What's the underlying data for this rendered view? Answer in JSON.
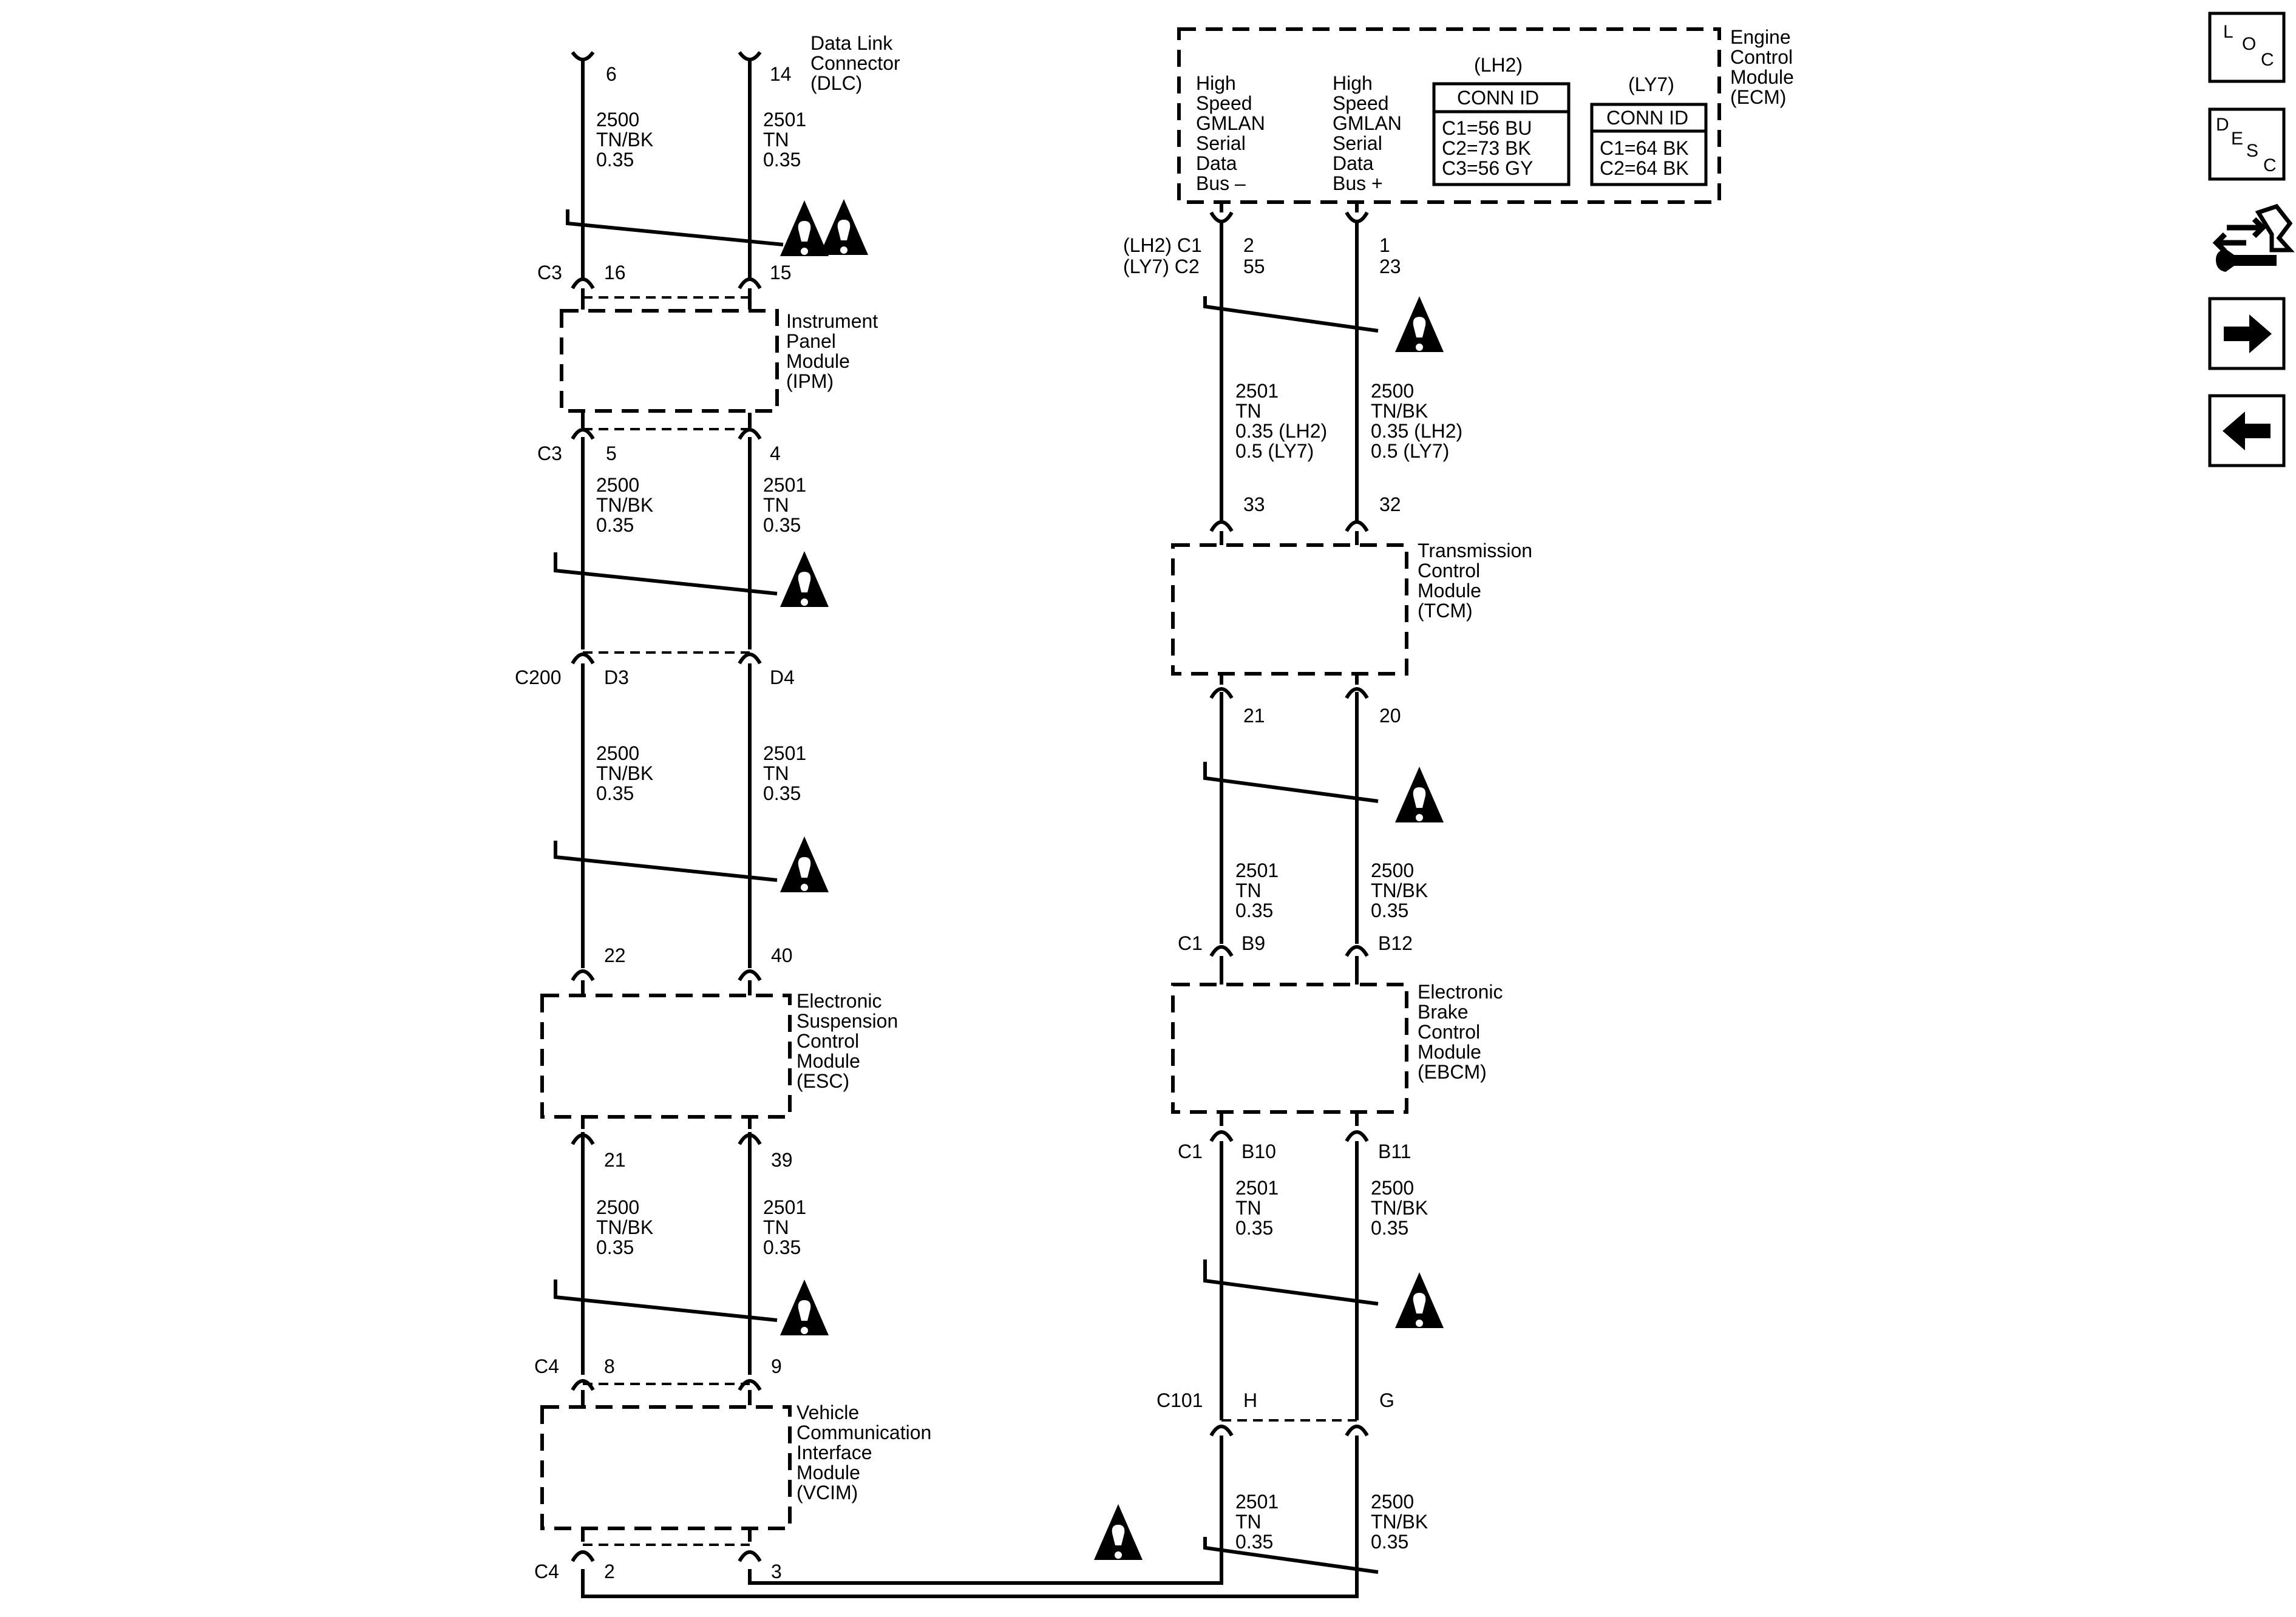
{
  "dlc": {
    "pin_left": "6",
    "pin_right": "14",
    "label": [
      "Data Link",
      "Connector",
      "(DLC)"
    ]
  },
  "wires": {
    "w_left_a": [
      "2500",
      "TN/BK",
      "0.35"
    ],
    "w_right_a": [
      "2501",
      "TN",
      "0.35"
    ],
    "w_left_b": [
      "2500",
      "TN/BK",
      "0.35"
    ],
    "w_right_b": [
      "2501",
      "TN",
      "0.35"
    ],
    "w_left_c": [
      "2500",
      "TN/BK",
      "0.35"
    ],
    "w_right_c": [
      "2501",
      "TN",
      "0.35"
    ],
    "w_left_d": [
      "2500",
      "TN/BK",
      "0.35"
    ],
    "w_right_d": [
      "2501",
      "TN",
      "0.35"
    ],
    "ecm_minus": [
      "2501",
      "TN",
      "0.35 (LH2)",
      "0.5 (LY7)"
    ],
    "ecm_plus": [
      "2500",
      "TN/BK",
      "0.35 (LH2)",
      "0.5 (LY7)"
    ],
    "tcm_minus": [
      "2501",
      "TN",
      "0.35"
    ],
    "tcm_plus": [
      "2500",
      "TN/BK",
      "0.35"
    ],
    "ebcm_minus": [
      "2501",
      "TN",
      "0.35"
    ],
    "ebcm_plus": [
      "2500",
      "TN/BK",
      "0.35"
    ],
    "c101_minus": [
      "2501",
      "TN",
      "0.35"
    ],
    "c101_plus": [
      "2500",
      "TN/BK",
      "0.35"
    ]
  },
  "ipm": {
    "conn": "C3",
    "pin_in_l": "16",
    "pin_in_r": "15",
    "pin_out_l": "5",
    "pin_out_r": "4",
    "conn_out": "C3",
    "label": [
      "Instrument",
      "Panel",
      "Module",
      "(IPM)"
    ]
  },
  "c200": {
    "conn": "C200",
    "pin_l": "D3",
    "pin_r": "D4"
  },
  "esc": {
    "pin_in_l": "22",
    "pin_in_r": "40",
    "pin_out_l": "21",
    "pin_out_r": "39",
    "label": [
      "Electronic",
      "Suspension",
      "Control",
      "Module",
      "(ESC)"
    ]
  },
  "vcim": {
    "conn": "C4",
    "pin_in_l": "8",
    "pin_in_r": "9",
    "conn_out": "C4",
    "pin_out_l": "2",
    "pin_out_r": "3",
    "label": [
      "Vehicle",
      "Communication",
      "Interface",
      "Module",
      "(VCIM)"
    ]
  },
  "ecm": {
    "label": [
      "Engine",
      "Control",
      "Module",
      "(ECM)"
    ],
    "minus_label": [
      "High",
      "Speed",
      "GMLAN",
      "Serial",
      "Data",
      "Bus –"
    ],
    "plus_label": [
      "High",
      "Speed",
      "GMLAN",
      "Serial",
      "Data",
      "Bus +"
    ],
    "lh2": {
      "title": "(LH2)",
      "header": "CONN ID",
      "rows": [
        "C1=56 BU",
        "C2=73 BK",
        "C3=56 GY"
      ]
    },
    "ly7": {
      "title": "(LY7)",
      "header": "CONN ID",
      "rows": [
        "C1=64 BK",
        "C2=64 BK"
      ]
    },
    "conn_lh2": "(LH2) C1",
    "conn_ly7": "(LY7) C2",
    "pin_minus_lh2": "2",
    "pin_minus_ly7": "55",
    "pin_plus_lh2": "1",
    "pin_plus_ly7": "23"
  },
  "tcm": {
    "pin_in_l": "33",
    "pin_in_r": "32",
    "pin_out_l": "21",
    "pin_out_r": "20",
    "label": [
      "Transmission",
      "Control",
      "Module",
      "(TCM)"
    ]
  },
  "ebcm": {
    "conn_in": "C1",
    "pin_in_l": "B9",
    "pin_in_r": "B12",
    "conn_out": "C1",
    "pin_out_l": "B10",
    "pin_out_r": "B11",
    "label": [
      "Electronic",
      "Brake",
      "Control",
      "Module",
      "(EBCM)"
    ]
  },
  "c101": {
    "conn": "C101",
    "pin_l": "H",
    "pin_r": "G"
  },
  "nav": {
    "loc": {
      "l": "L",
      "o": "O",
      "c": "C"
    },
    "desc": {
      "d": "D",
      "e": "E",
      "s": "S",
      "c": "C"
    },
    "icons": [
      "loc-icon",
      "desc-icon",
      "connector-tool-icon",
      "next-arrow-icon",
      "previous-arrow-icon"
    ]
  }
}
